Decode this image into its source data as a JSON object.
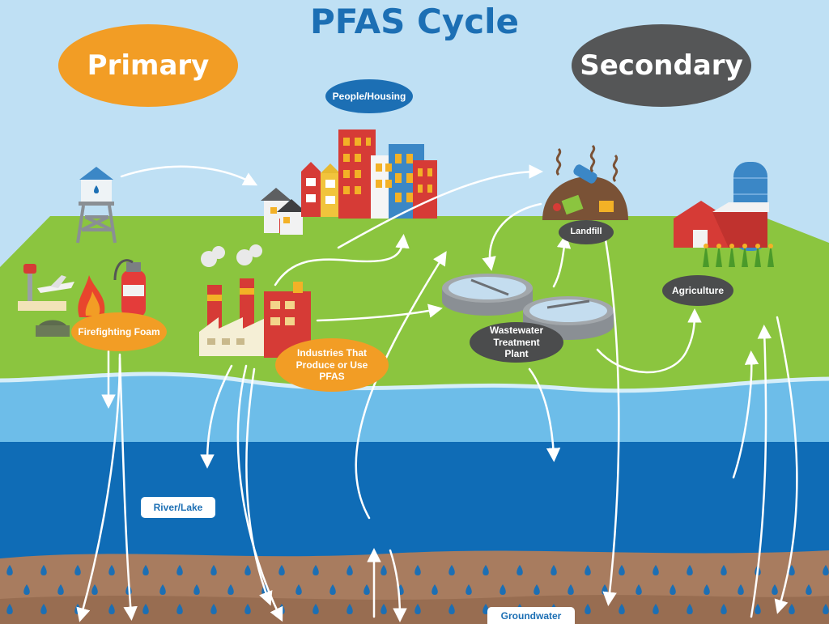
{
  "title": "PFAS Cycle",
  "categories": {
    "primary": "Primary",
    "secondary": "Secondary"
  },
  "nodes": {
    "people_housing": "People/Housing",
    "firefighting_foam": "Firefighting Foam",
    "industries": "Industries That Produce or Use PFAS",
    "landfill": "Landfill",
    "wastewater": "Wastewater Treatment Plant",
    "agriculture": "Agriculture",
    "river_lake": "River/Lake",
    "groundwater": "Groundwater"
  },
  "colors": {
    "sky": "#bfe0f4",
    "land": "#8bc53f",
    "river": "#6dbde9",
    "lake": "#0f6cb6",
    "soil": "#a87c5f",
    "primary": "#f29d25",
    "secondary": "#555657",
    "title": "#1c6fb4",
    "water_drop": "#1c6fb4"
  }
}
